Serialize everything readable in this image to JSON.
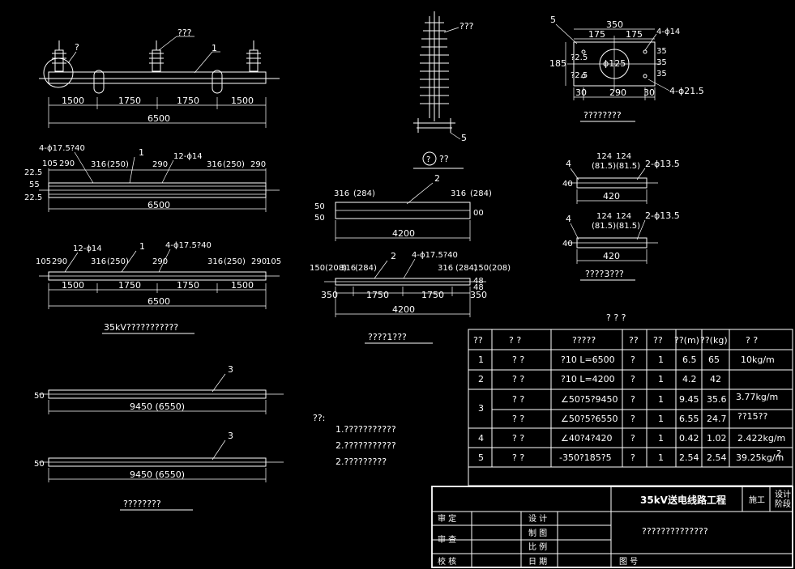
{
  "views": {
    "arrangement": {
      "marker": "?",
      "label_top": "???",
      "part": "1",
      "dims": [
        "1500",
        "1750",
        "1750",
        "1500"
      ],
      "total": "6500"
    },
    "crossarm_top": {
      "hole_a": "4-ϕ17.5?40",
      "part": "1",
      "hole_b": "12-ϕ14",
      "d1": "105",
      "d2": "290",
      "d3": "316",
      "d4": "(250)",
      "d5": "290",
      "d6": "316",
      "d7": "(250)",
      "d8": "290",
      "v1": "22.5",
      "v2": "55",
      "v3": "22.5",
      "total": "6500"
    },
    "crossarm_side": {
      "hole_a": "12-ϕ14",
      "part": "1",
      "hole_b": "4-ϕ17.5?40",
      "d_left": "105",
      "d_l2": "290",
      "d_316a": "316",
      "d_250a": "(250)",
      "d_290": "290",
      "d_316b": "316",
      "d_250b": "(250)",
      "d_290b": "290",
      "d_105b": "105",
      "dims": [
        "1500",
        "1750",
        "1750",
        "1500"
      ],
      "total": "6500",
      "caption": "35kV???????????"
    },
    "insulator": {
      "label": "???",
      "part": "5",
      "caption": "??",
      "circle_num": "?"
    },
    "arm2_top": {
      "part": "2",
      "d1": "316",
      "d2": "(284)",
      "d3": "316",
      "d4": "(284)",
      "v1": "50",
      "v2": "50",
      "v3": "00",
      "total": "4200"
    },
    "arm2_side": {
      "part": "2",
      "hole": "4-ϕ17.5?40",
      "d1": "150(208)",
      "d2": "316",
      "d3": "(284)",
      "d4": "316",
      "d5": "(284)",
      "d6": "150(208)",
      "d7": "48",
      "d8": "48",
      "dims": [
        "350",
        "1750",
        "1750",
        "350"
      ],
      "total": "4200",
      "caption": "????1???"
    },
    "plate": {
      "part": "5",
      "hole_a": "4-ϕ14",
      "w": "350",
      "w1": "175",
      "w2": "175",
      "h": "185",
      "c1": "ϕ125",
      "v1": "?2.5",
      "v2": "?2.5",
      "v3": "35",
      "v4": "35",
      "v5": "35",
      "b1": "30",
      "b2": "290",
      "b3": "30",
      "hole_b": "4-ϕ21.5",
      "caption": "????????"
    },
    "clamp_a": {
      "part": "4",
      "d1": "124",
      "d2": "124",
      "d3": "(81.5)",
      "d4": "(81.5)",
      "hole": "2-ϕ13.5",
      "h": "40",
      "w": "420"
    },
    "clamp_b": {
      "part": "4",
      "d1": "124",
      "d2": "124",
      "d3": "(81.5)",
      "d4": "(81.5)",
      "hole": "2-ϕ13.5",
      "h": "40",
      "w": "420",
      "caption": "????3???"
    },
    "bar1": {
      "part": "3",
      "h": "50",
      "len": "9450 (6550)"
    },
    "bar2": {
      "part": "3",
      "h": "50",
      "len": "9450 (6550)",
      "caption": "????????"
    }
  },
  "notes": {
    "title": "??:",
    "items": [
      "1.???????????",
      "2.???????????",
      "2.?????????"
    ]
  },
  "table": {
    "title": "? ? ?",
    "headers": [
      "??",
      "? ?",
      "?????",
      "??",
      "??",
      "??(m)",
      "??(kg)",
      "? ?"
    ],
    "rows": [
      [
        "1",
        "? ?",
        "?10  L=6500",
        "?",
        "1",
        "6.5",
        "65",
        "10kg/m"
      ],
      [
        "2",
        "? ?",
        "?10  L=4200",
        "?",
        "1",
        "4.2",
        "42",
        ""
      ],
      [
        "3",
        "? ?",
        "∠50?5?9450",
        "?",
        "1",
        "9.45",
        "35.6",
        "3.77kg/m"
      ],
      [
        "",
        "? ?",
        "∠50?5?6550",
        "?",
        "1",
        "6.55",
        "24.7",
        "??15??"
      ],
      [
        "4",
        "? ?",
        "∠40?4?420",
        "?",
        "1",
        "0.42",
        "1.02",
        "2.422kg/m"
      ],
      [
        "5",
        "? ?",
        "-350?185?5",
        "?",
        "1",
        "2.54",
        "2.54",
        "39.25kg/m"
      ]
    ],
    "superscript": "2"
  },
  "titleblock": {
    "project": "35kV送电线路工程",
    "stage": "施工",
    "stage2a": "设计",
    "stage2b": "阶段",
    "review": "审 定",
    "check": "审 查",
    "proof": "校 核",
    "design": "设 计",
    "draw": "制 图",
    "scale": "比 例",
    "date": "日 期",
    "drawno": "图 号",
    "drawing_title": "??????????????"
  }
}
